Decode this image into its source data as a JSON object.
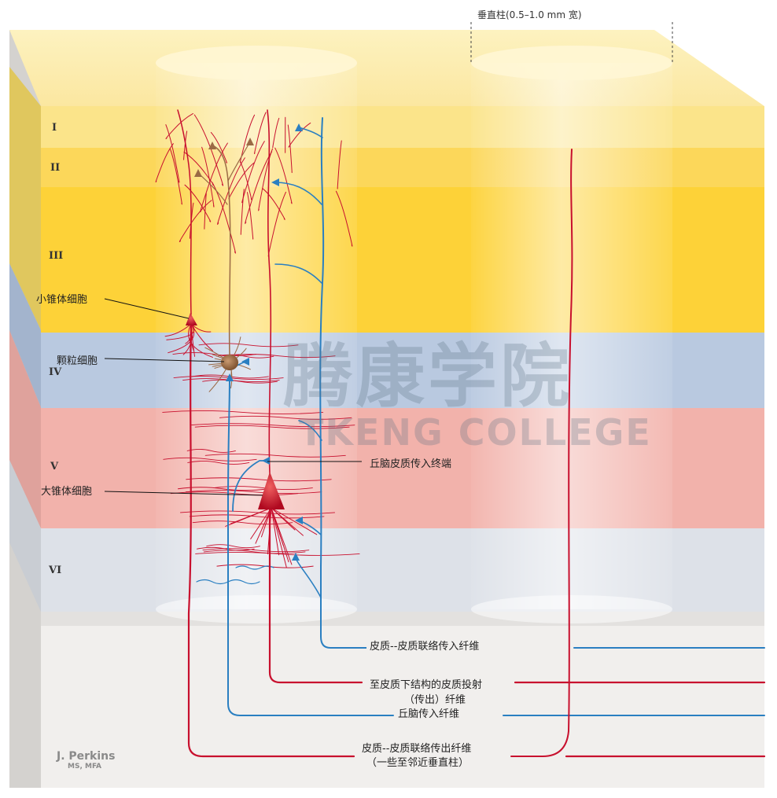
{
  "top_label": "垂直柱(0.5–1.0 mm 宽)",
  "layers": [
    "I",
    "II",
    "III",
    "IV",
    "V",
    "VI"
  ],
  "cell_labels": {
    "small_pyramidal": "小锥体细胞",
    "granule": "颗粒细胞",
    "large_pyramidal": "大锥体细胞",
    "thalamocortical_terminal": "丘脑皮质传入终端"
  },
  "fiber_labels": {
    "cc_afferent": "皮质--皮质联络传入纤维",
    "subcortical_projection_1": "至皮质下结构的皮质投射",
    "subcortical_projection_2": "（传出）纤维",
    "thalamic_afferent": "丘脑传入纤维",
    "cc_efferent_1": "皮质--皮质联络传出纤维",
    "cc_efferent_2": "（一些至邻近垂直柱）"
  },
  "signature": {
    "name": "J. Perkins",
    "degree": "MS, MFA"
  },
  "watermark": {
    "cn": "腾康学院",
    "en": "TKENG COLLEGE"
  },
  "colors": {
    "layer_I": "#fbe48a",
    "layer_II": "#fcd75a",
    "layer_III": "#fdd238",
    "layer_IV": "#b9c9e0",
    "layer_V": "#f2b2ab",
    "layer_VI": "#dde1e8",
    "white_matter": "#f1efed",
    "efferent_red": "#c8102e",
    "afferent_blue": "#2a7fc1",
    "granule_brown": "#9b6a45"
  }
}
